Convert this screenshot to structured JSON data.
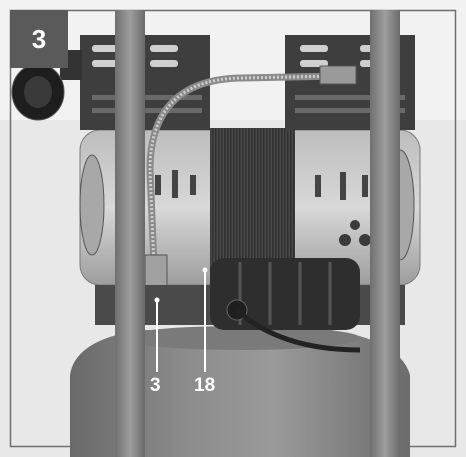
{
  "step": {
    "number": "3"
  },
  "callouts": [
    {
      "label": "3"
    },
    {
      "label": "18"
    }
  ],
  "colors": {
    "badge_background": "#5a5a5a",
    "label_text": "#ffffff",
    "frame_border": "#6e6e6e"
  }
}
